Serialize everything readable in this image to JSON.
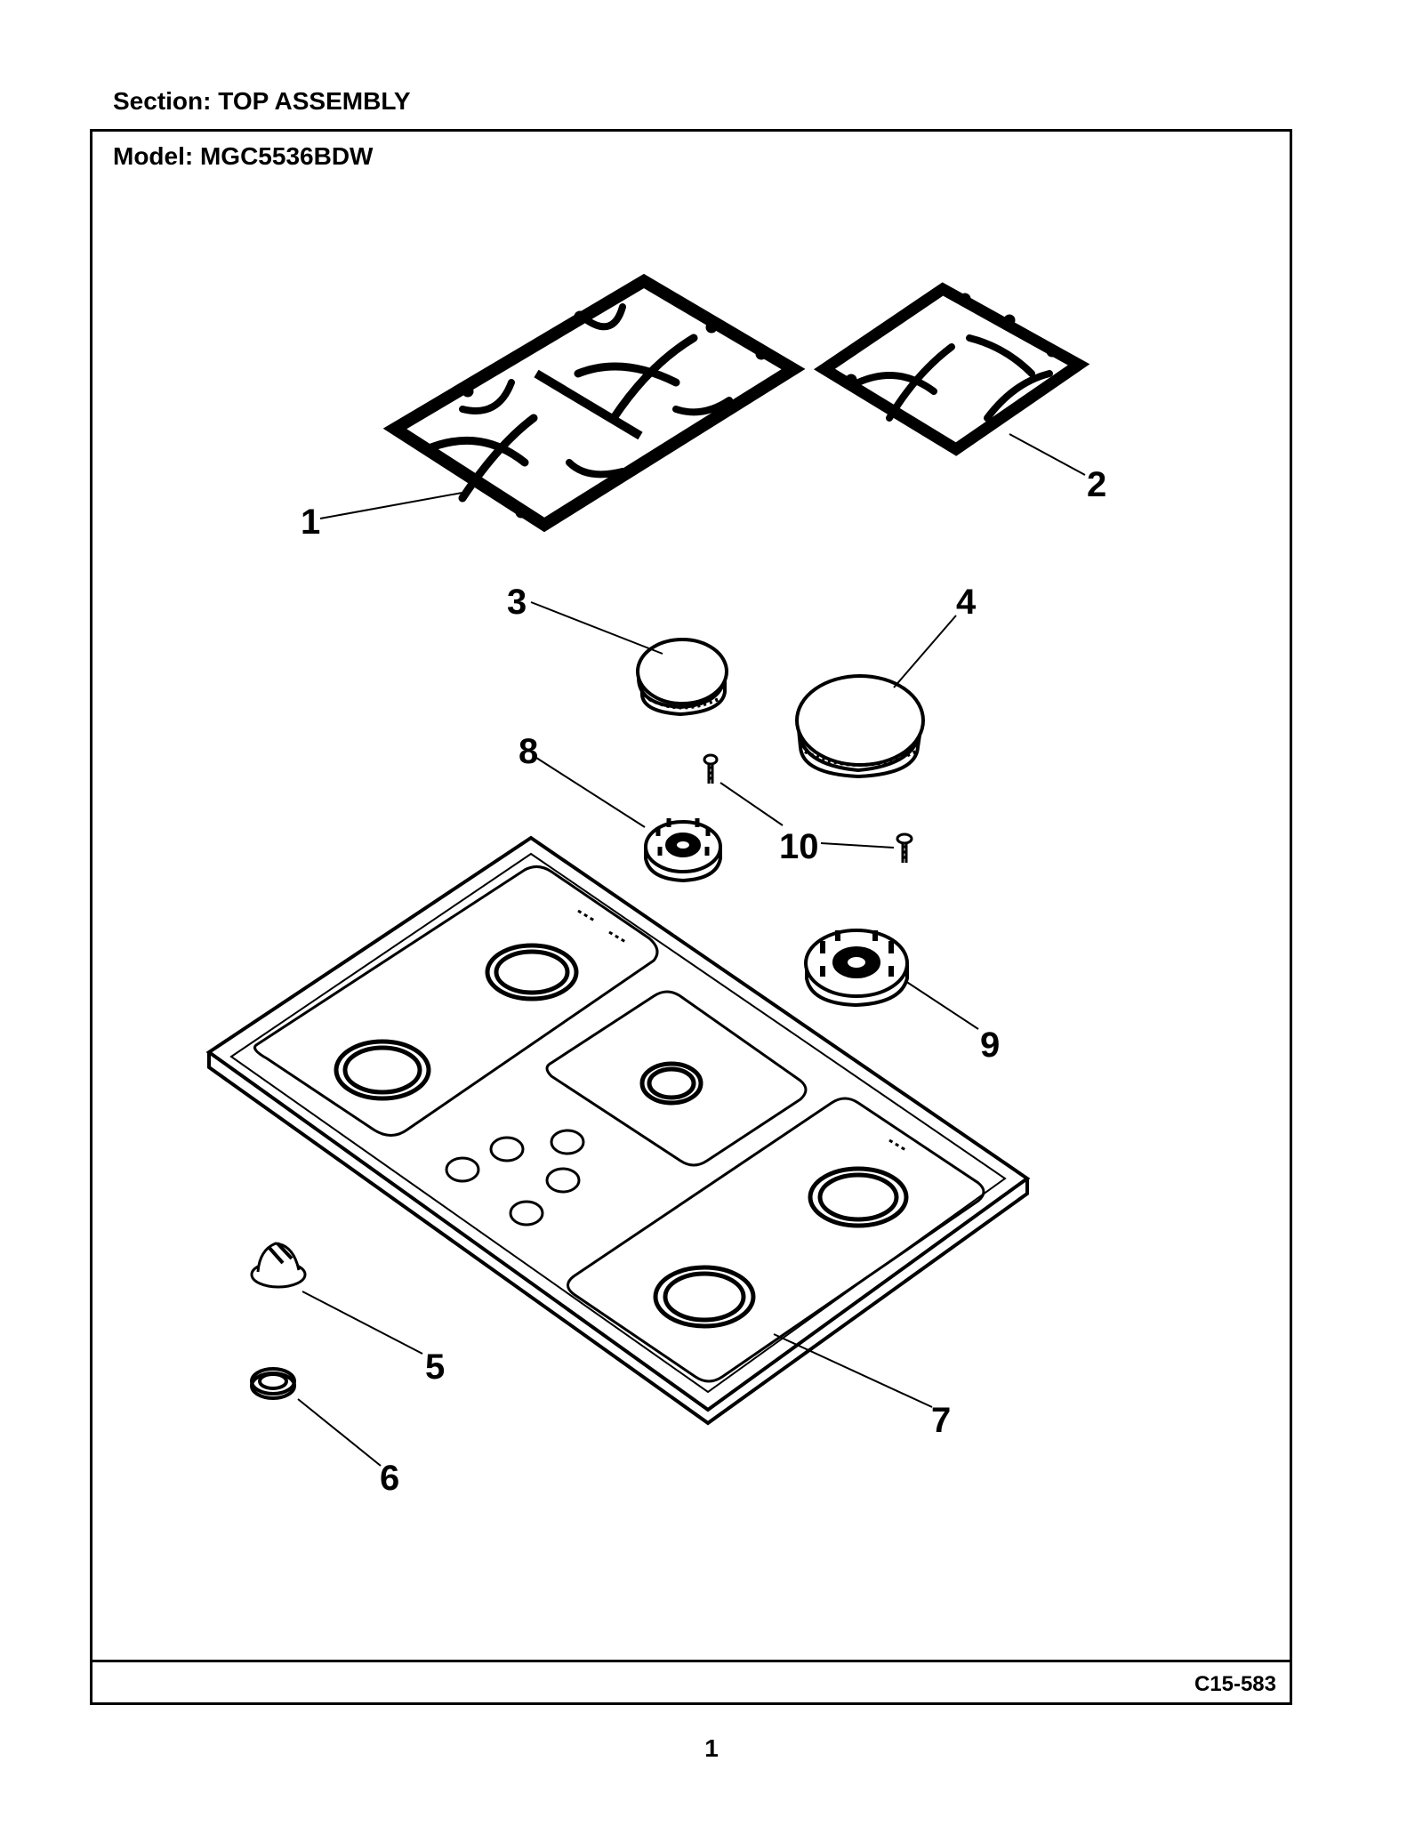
{
  "header": {
    "section": "Section:  TOP ASSEMBLY",
    "model": "Model:  MGC5536BDW"
  },
  "footer": {
    "drawing_code": "C15-583",
    "page_number": "1"
  },
  "callouts": [
    "1",
    "2",
    "3",
    "4",
    "5",
    "6",
    "7",
    "8",
    "9",
    "10"
  ]
}
